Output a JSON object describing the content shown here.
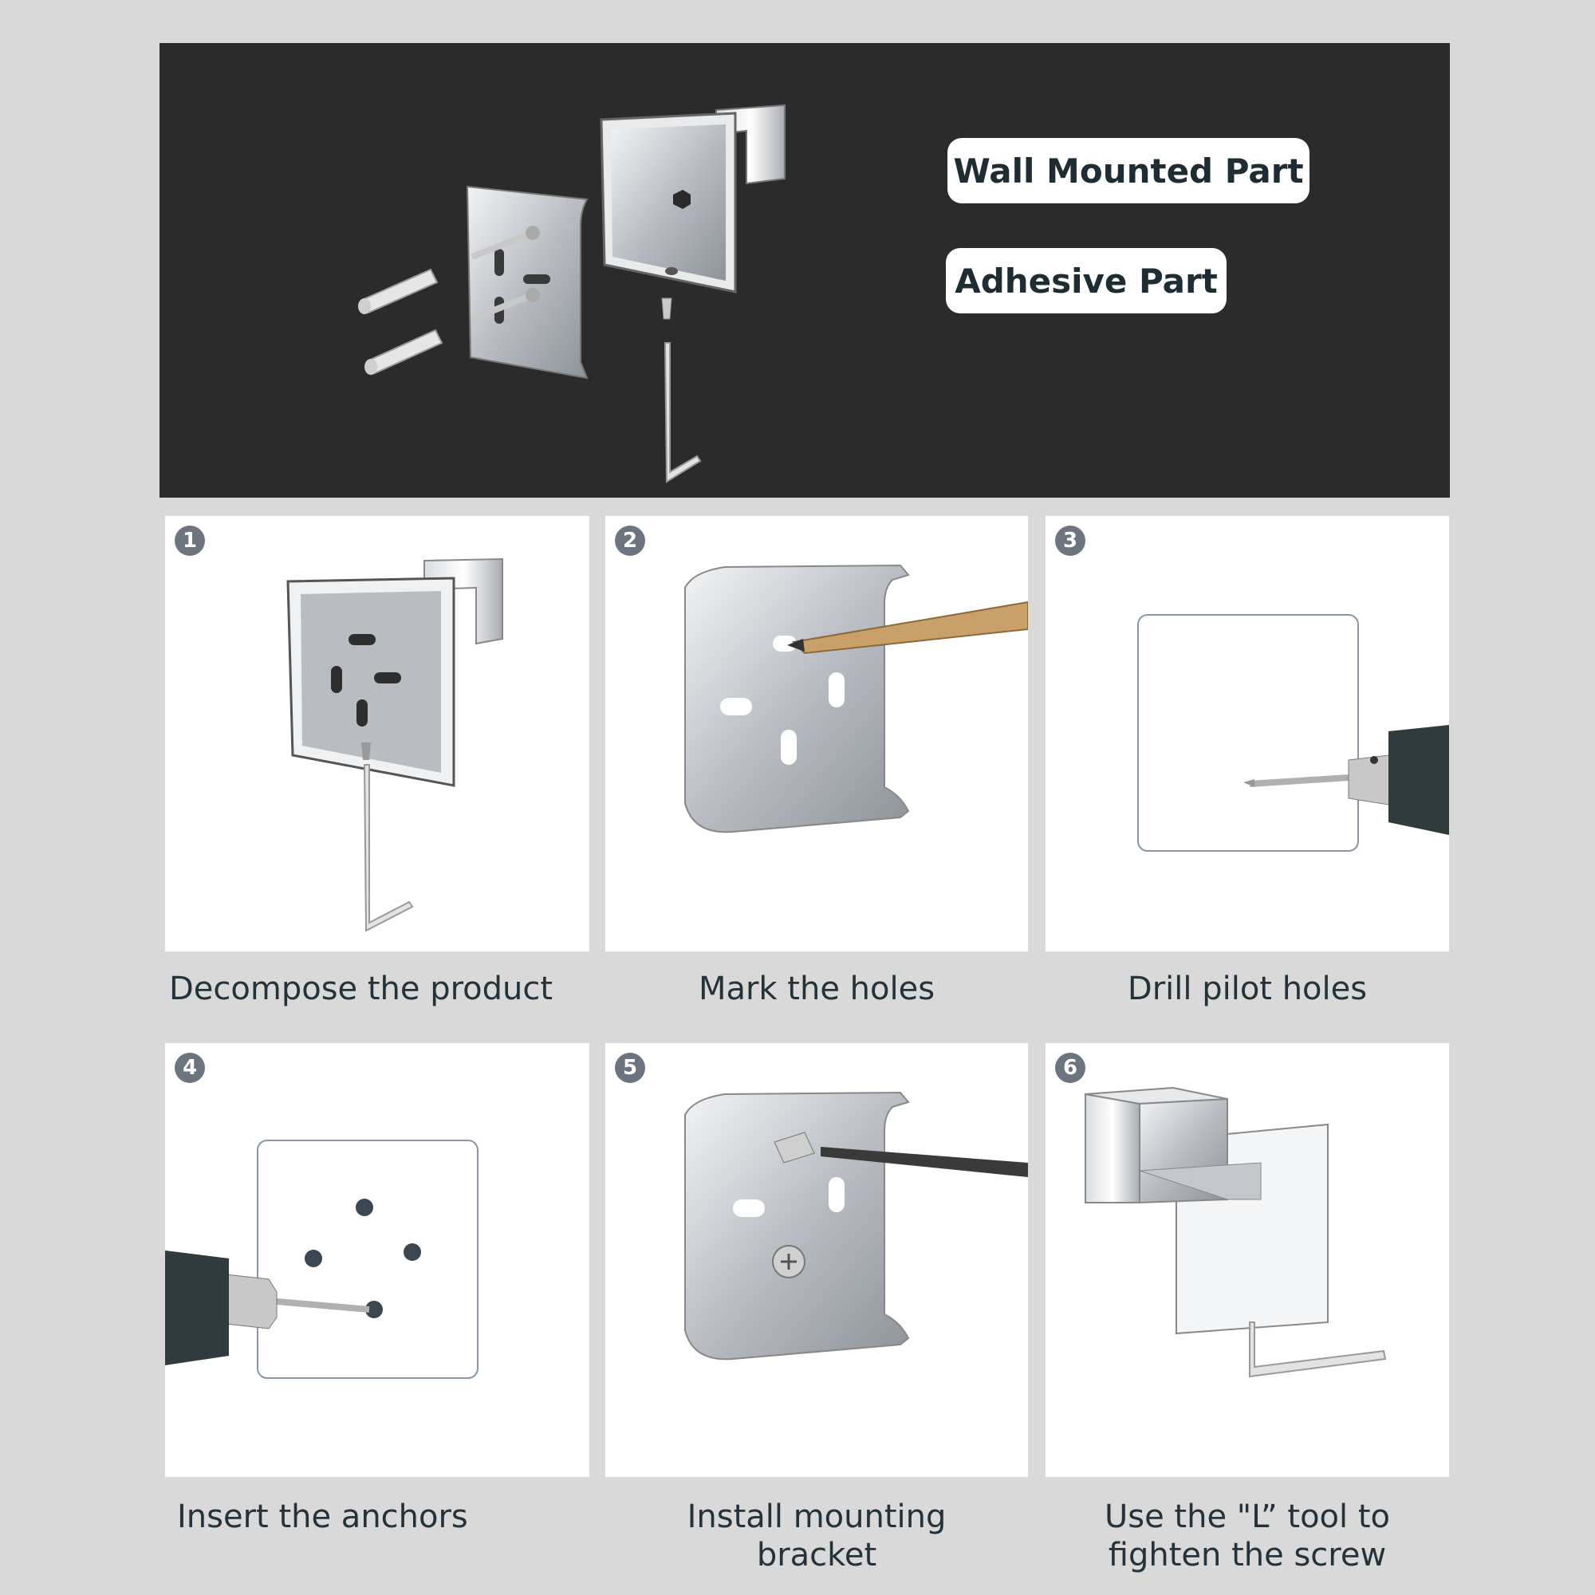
{
  "banner": {
    "labels": {
      "wall_mounted": "Wall Mounted Part",
      "adhesive": "Adhesive Part"
    }
  },
  "steps": [
    {
      "number": "1",
      "caption": "Decompose the product"
    },
    {
      "number": "2",
      "caption": "Mark the holes"
    },
    {
      "number": "3",
      "caption": "Drill pilot holes"
    },
    {
      "number": "4",
      "caption": "Insert the anchors"
    },
    {
      "number": "5",
      "caption_line1": "Install mounting",
      "caption_line2": "bracket"
    },
    {
      "number": "6",
      "caption_line1": "Use the \"L”  tool to",
      "caption_line2": "fighten the screw"
    }
  ],
  "colors": {
    "background": "#d9d9d9",
    "banner": "#2b2b2b",
    "text": "#24323a",
    "badge": "#6c7480",
    "metal": "#b8bcc2"
  }
}
